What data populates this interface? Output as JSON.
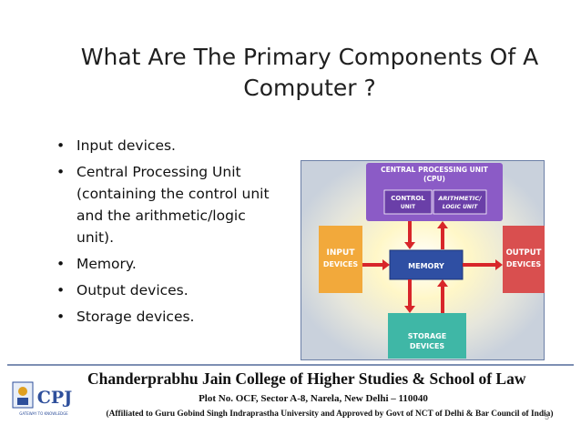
{
  "slide": {
    "title_line1": "What Are The Primary Components Of A",
    "title_line2": "Computer ?",
    "bullets": [
      "Input devices.",
      "Central Processing Unit (containing the control unit and the arithmetic/logic unit).",
      "Memory.",
      "Output devices.",
      "Storage devices."
    ],
    "page_number": "5"
  },
  "diagram": {
    "cpu_line1": "CENTRAL PROCESSING UNIT",
    "cpu_line2": "(CPU)",
    "control_line1": "CONTROL",
    "control_line2": "UNIT",
    "alu_line1": "ARITHMETIC/",
    "alu_line2": "LOGIC UNIT",
    "input_line1": "INPUT",
    "input_line2": "DEVICES",
    "memory": "MEMORY",
    "output_line1": "OUTPUT",
    "output_line2": "DEVICES",
    "storage_line1": "STORAGE",
    "storage_line2": "DEVICES",
    "colors": {
      "cpu": "#8b5bc6",
      "input": "#f2a93b",
      "output": "#d94f4f",
      "storage": "#3fb7a6",
      "memory": "#2f4fa3",
      "arrows": "#d8262a",
      "background": "#c9d1dc"
    }
  },
  "footer": {
    "college_name": "Chanderprabhu Jain College of Higher Studies & School of Law",
    "address": "Plot No. OCF, Sector A-8, Narela, New Delhi – 110040",
    "affiliation": "(Affiliated to Guru Gobind Singh Indraprastha University and Approved by Govt of NCT of Delhi & Bar Council of India)",
    "logo_text": "CPJ",
    "logo_tagline": "GATEWAY TO KNOWLEDGE"
  }
}
